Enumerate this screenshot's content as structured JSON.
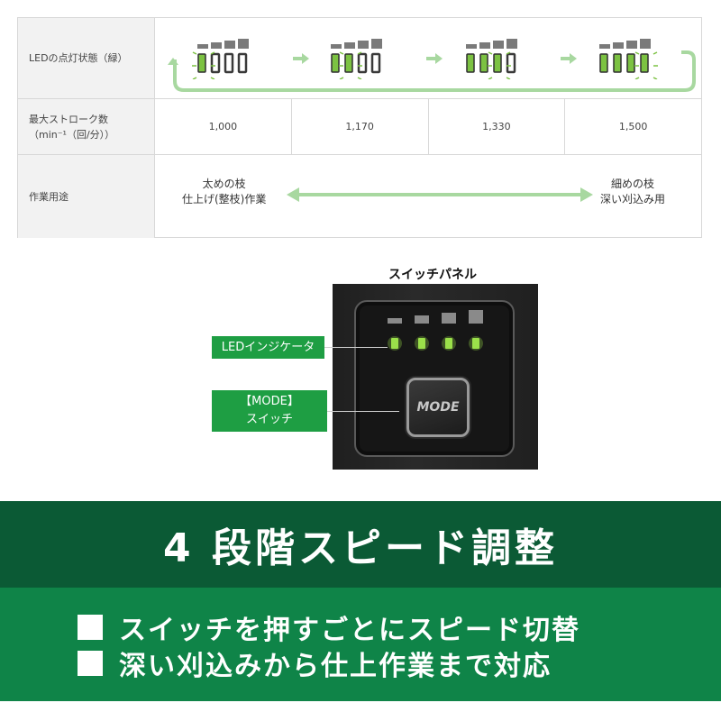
{
  "table": {
    "row_led": {
      "label": "LEDの点灯状態（緑）",
      "states": [
        {
          "lit": 1
        },
        {
          "lit": 2
        },
        {
          "lit": 3
        },
        {
          "lit": 4
        }
      ],
      "colors": {
        "lit": "#7cc242",
        "off": "#3a3a3a",
        "bar": "#7a7a7a",
        "loop": "#a8d8a0"
      }
    },
    "row_stroke": {
      "label_line1": "最大ストローク数",
      "label_line2": "（min⁻¹（回/分））",
      "values": [
        "1,000",
        "1,170",
        "1,330",
        "1,500"
      ]
    },
    "row_use": {
      "label": "作業用途",
      "left_line1": "太めの枝",
      "left_line2": "仕上げ(整枝)作業",
      "right_line1": "細めの枝",
      "right_line2": "深い刈込み用"
    }
  },
  "panel": {
    "title": "スイッチパネル",
    "callout_led": "LEDインジケータ",
    "callout_mode_line1": "【MODE】",
    "callout_mode_line2": "スイッチ",
    "mode_label": "MODE",
    "led_color": "#9be04a"
  },
  "banner": {
    "title": "4 段階スピード調整",
    "bullet1": "スイッチを押すごとにスピード切替",
    "bullet2": "深い刈込みから仕上作業まで対応",
    "color_dark": "#0b5a35",
    "color_light": "#0f8448"
  }
}
